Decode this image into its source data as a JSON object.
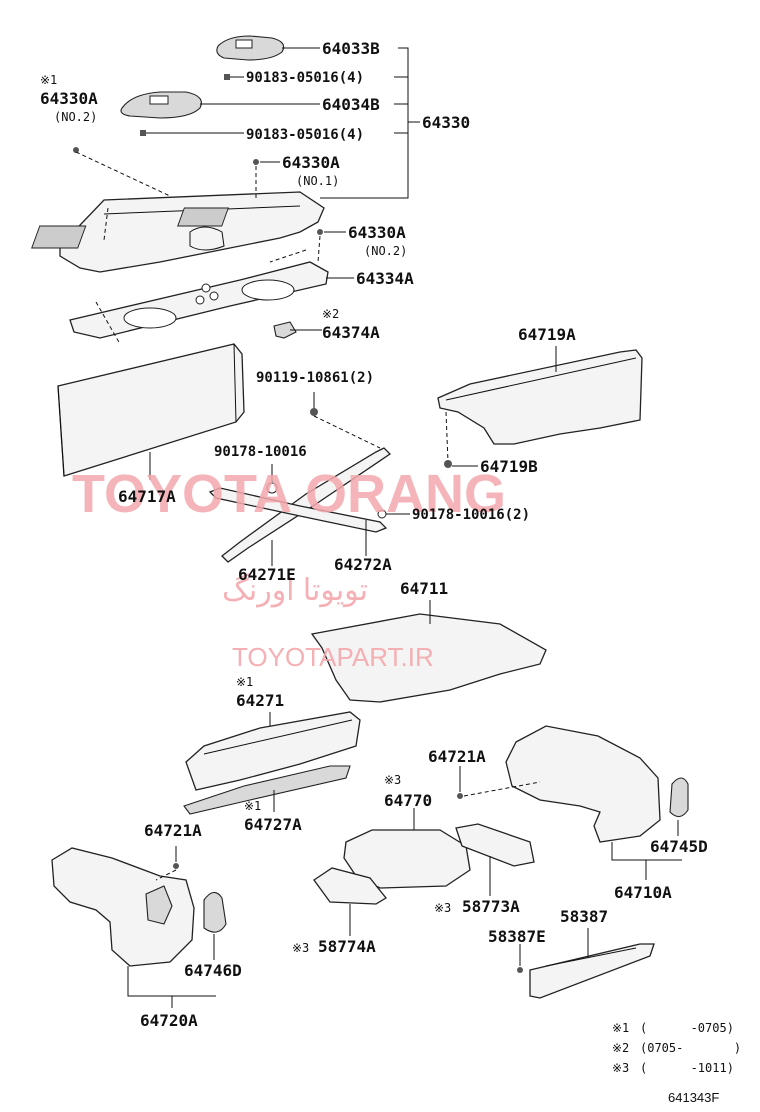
{
  "labels": {
    "p64033B": "64033B",
    "b1": "90183-05016(4)",
    "p64034B": "64034B",
    "b2": "90183-05016(4)",
    "p64330": "64330",
    "p64330A_1": "64330A",
    "p64330A_1_note": "(NO.2)",
    "p64330A_1_mark": "※1",
    "p64330A_2": "64330A",
    "p64330A_2_note": "(NO.1)",
    "p64330A_3": "64330A",
    "p64330A_3_note": "(NO.2)",
    "p64334A": "64334A",
    "p64374A": "64374A",
    "p64374A_mark": "※2",
    "p64719A": "64719A",
    "b3": "90119-10861(2)",
    "p64719B": "64719B",
    "b4": "90178-10016",
    "p64717A": "64717A",
    "b5": "90178-10016(2)",
    "p64271E": "64271E",
    "p64272A": "64272A",
    "p64711": "64711",
    "p64271": "64271",
    "p64271_mark": "※1",
    "p64721A_1": "64721A",
    "p64770": "64770",
    "p64770_mark": "※3",
    "p64727A": "64727A",
    "p64727A_mark": "※1",
    "p64721A_2": "64721A",
    "p64745D": "64745D",
    "p58773A": "58773A",
    "p58773A_mark": "※3",
    "p64710A": "64710A",
    "p58387": "58387",
    "p58387E": "58387E",
    "p64746D": "64746D",
    "p58774A": "58774A",
    "p58774A_mark": "※3",
    "p64720A": "64720A"
  },
  "notes": [
    {
      "mark": "※1",
      "range": "(      -0705)"
    },
    {
      "mark": "※2",
      "range": "(0705-       )"
    },
    {
      "mark": "※3",
      "range": "(      -1011)"
    }
  ],
  "watermark": {
    "brand": "TOYOTA ORANG",
    "farsi": "تویوتا اورنگ",
    "site": "TOYOTAPART.IR"
  },
  "figure_code": "641343F"
}
